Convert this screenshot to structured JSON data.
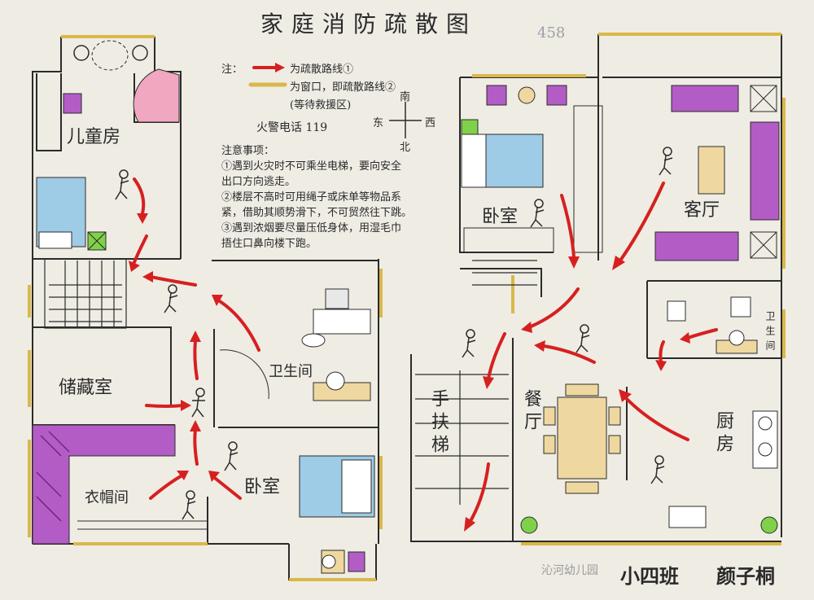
{
  "title": "家庭消防疏散图",
  "page_mark": "458",
  "legend": {
    "note_prefix": "注：",
    "red_arrow_label": "为疏散路线①",
    "yellow_line_label": "为窗口，即疏散路线②",
    "waiting_area": "(等待救援区)"
  },
  "compass": {
    "south": "南",
    "north": "北",
    "east": "东",
    "west": "西"
  },
  "fire_phone": "火警电话 119",
  "notes": {
    "heading": "注意事项：",
    "lines": [
      "①遇到火灾时不可乘坐电梯，要向安全",
      "出口方向逃走。",
      "②楼层不高时可用绳子或床单等物品系",
      "紧，借助其顺势滑下，不可贸然往下跳。",
      "③遇到浓烟要尽量压低身体，用湿毛巾",
      "捂住口鼻向楼下跑。"
    ]
  },
  "rooms": {
    "children_room": "儿童房",
    "storage": "储藏室",
    "bathroom_left": "卫生间",
    "bedroom_left": "卧室",
    "closet": "衣帽间",
    "bedroom_right": "卧室",
    "living_room": "客厅",
    "dining": "餐厅",
    "kitchen": "厨房",
    "bathroom_right": "卫生间",
    "handrail_stairs": "手扶梯"
  },
  "signature": {
    "watermark": "沁河幼儿园",
    "class": "小四班",
    "name": "颜子桐"
  },
  "colors": {
    "paper": "#efece4",
    "wall": "#2b2b2b",
    "arrow": "#d62020",
    "window": "#d9b84a",
    "bed_blue": "#9ecbe6",
    "sofa_purple": "#b35cc6",
    "table_tan": "#efd8a0",
    "plant_green": "#7fd14a",
    "pink": "#f1a7c0"
  }
}
